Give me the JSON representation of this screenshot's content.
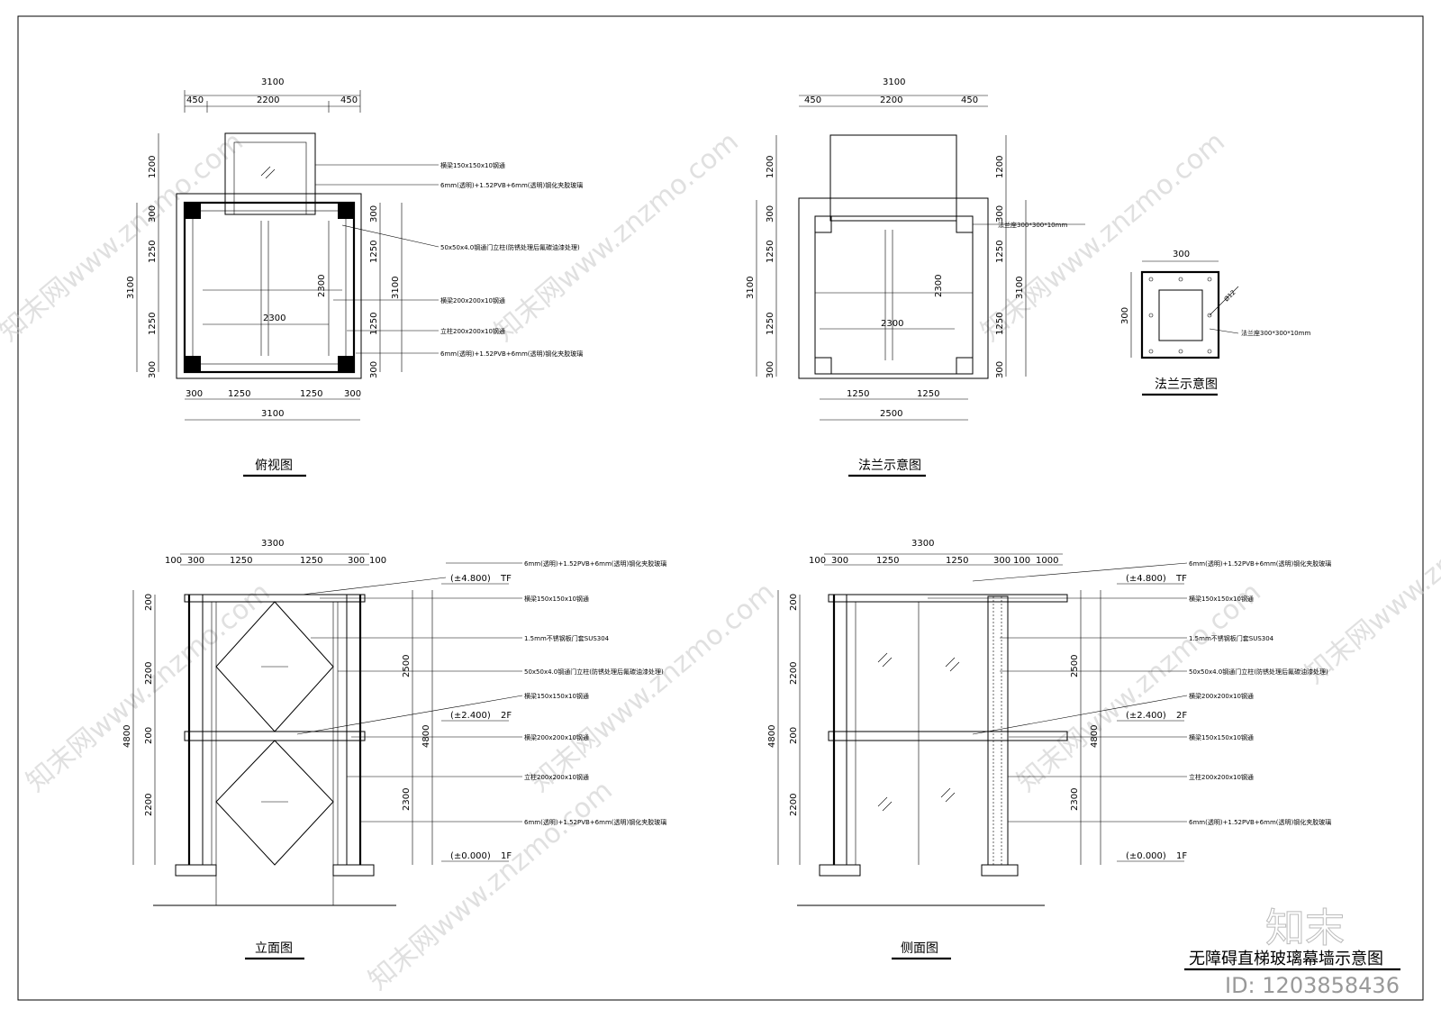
{
  "drawing_title": "无障碍直梯玻璃幕墙示意图",
  "watermark": {
    "site": "知末网www.znzmo.com",
    "logo": "知末",
    "id": "ID: 1203858436"
  },
  "views": {
    "plan": {
      "title": "俯视图",
      "dims_top": [
        "3100",
        "450",
        "2200",
        "450"
      ],
      "dims_left": [
        "1200",
        "300",
        "1250",
        "1250",
        "300",
        "3100"
      ],
      "dims_right": [
        "300",
        "1250",
        "1250",
        "300",
        "3100"
      ],
      "dims_bottom": [
        "300",
        "1250",
        "1250",
        "300",
        "3100"
      ],
      "inner_h": "2300",
      "inner_v": "2300",
      "notes": [
        "横梁150x150x10钢通",
        "6mm(透明)+1.52PVB+6mm(透明)钢化夹胶玻璃",
        "50x50x4.0钢通门立柱(防锈处理后氟碳油漆处理)",
        "横梁200x200x10钢通",
        "立柱200x200x10钢通",
        "6mm(透明)+1.52PVB+6mm(透明)钢化夹胶玻璃"
      ]
    },
    "flange_plan": {
      "title": "法兰示意图",
      "dims_top": [
        "3100",
        "450",
        "2200",
        "450"
      ],
      "dims_left": [
        "1200",
        "300",
        "1250",
        "1250",
        "300",
        "3100"
      ],
      "dims_right": [
        "1200",
        "300",
        "1250",
        "1250",
        "300",
        "3100"
      ],
      "dims_bottom": [
        "1250",
        "1250",
        "2500"
      ],
      "inner_h": "2300",
      "inner_v": "2300",
      "note": "法兰座300*300*10mm"
    },
    "flange_detail": {
      "title": "法兰示意图",
      "dim_w": "300",
      "dim_h": "300",
      "hole": "Ø12",
      "note": "法兰座300*300*10mm"
    },
    "elevation": {
      "title": "立面图",
      "dims_top": [
        "3300",
        "100",
        "300",
        "1250",
        "1250",
        "300",
        "100"
      ],
      "dims_left": [
        "200",
        "2200",
        "200",
        "2200",
        "4800"
      ],
      "dims_right": [
        "2500",
        "2300",
        "4800"
      ],
      "levels": [
        {
          "value": "(±4.800)",
          "floor": "TF"
        },
        {
          "value": "(±2.400)",
          "floor": "2F"
        },
        {
          "value": "(±0.000)",
          "floor": "1F"
        }
      ],
      "notes": [
        "6mm(透明)+1.52PVB+6mm(透明)钢化夹胶玻璃",
        "横梁150x150x10钢通",
        "1.5mm不锈钢板门套SUS304",
        "50x50x4.0钢通门立柱(防锈处理后氟碳油漆处理)",
        "横梁150x150x10钢通",
        "横梁200x200x10钢通",
        "立柱200x200x10钢通",
        "6mm(透明)+1.52PVB+6mm(透明)钢化夹胶玻璃"
      ]
    },
    "side": {
      "title": "侧面图",
      "dims_top": [
        "3300",
        "100",
        "300",
        "1250",
        "1250",
        "300",
        "100",
        "1000"
      ],
      "dims_left": [
        "200",
        "2200",
        "200",
        "2200",
        "4800"
      ],
      "dims_right": [
        "2500",
        "2300",
        "4800"
      ],
      "levels": [
        {
          "value": "(±4.800)",
          "floor": "TF"
        },
        {
          "value": "(±2.400)",
          "floor": "2F"
        },
        {
          "value": "(±0.000)",
          "floor": "1F"
        }
      ],
      "notes": [
        "6mm(透明)+1.52PVB+6mm(透明)钢化夹胶玻璃",
        "横梁150x150x10钢通",
        "1.5mm不锈钢板门套SUS304",
        "50x50x4.0钢通门立柱(防锈处理后氟碳油漆处理)",
        "横梁200x200x10钢通",
        "横梁150x150x10钢通",
        "立柱200x200x10钢通",
        "6mm(透明)+1.52PVB+6mm(透明)钢化夹胶玻璃"
      ]
    }
  }
}
